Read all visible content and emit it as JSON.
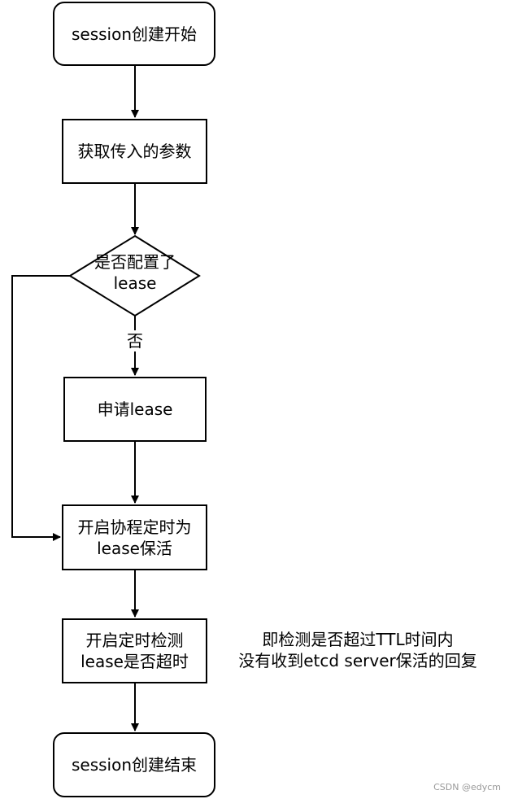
{
  "nodes": {
    "start": "session创建开始",
    "get_params": "获取传入的参数",
    "decision_line1": "是否配置了",
    "decision_line2": "lease",
    "apply_lease": "申请lease",
    "keepalive_line1": "开启协程定时为",
    "keepalive_line2": "lease保活",
    "timeout_line1": "开启定时检测",
    "timeout_line2": "lease是否超时",
    "end": "session创建结束"
  },
  "edge_labels": {
    "no": "否"
  },
  "annotation": {
    "line1": "即检测是否超过TTL时间内",
    "line2": "没有收到etcd server保活的回复"
  },
  "watermark": "CSDN @edycm"
}
